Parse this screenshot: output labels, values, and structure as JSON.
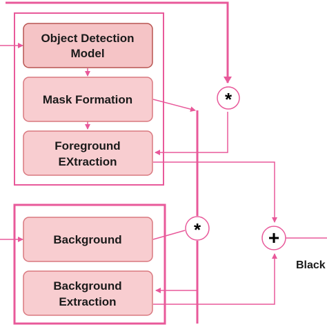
{
  "colors": {
    "edge": "#e8599a",
    "box_fill": "#f8cdd0",
    "box_stroke": "#d9787f",
    "model_fill": "#f5c4c6",
    "model_stroke": "#b85450",
    "group_stroke": "#e8599a"
  },
  "nodes": {
    "object_detection": {
      "line1": "Object Detection",
      "line2": "Model"
    },
    "mask_formation": {
      "label": "Mask Formation"
    },
    "foreground_extraction": {
      "line1": "Foreground",
      "line2": "EXtraction"
    },
    "background": {
      "label": "Background"
    },
    "background_extraction": {
      "line1": "Background",
      "line2": "Extraction"
    }
  },
  "operators": {
    "multiply_top": "*",
    "multiply_bottom": "*",
    "add": "+"
  },
  "output": {
    "label": "Black"
  }
}
